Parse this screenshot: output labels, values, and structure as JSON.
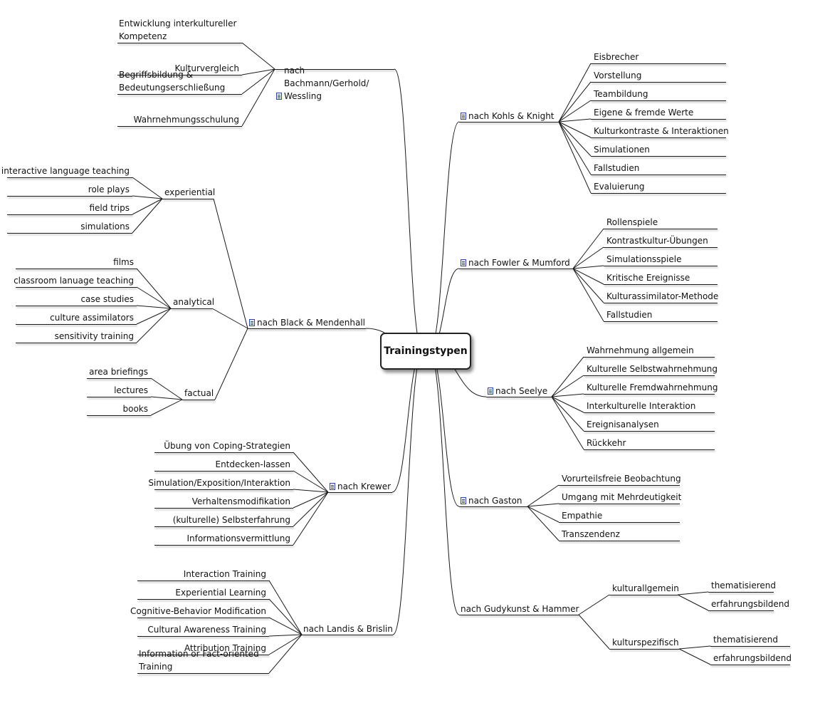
{
  "root": {
    "label": "Trainingstypen"
  },
  "branches": [
    {
      "label": "nach Bachmann/Gerhold/ Wessling",
      "doc": true,
      "children": [
        "Entwicklung interkultureller Kompetenz",
        "Kulturvergleich",
        "Begriffsbildung & Bedeutungserschließung",
        "Wahrnehmungsschulung"
      ]
    },
    {
      "label": "nach Black & Mendenhall",
      "doc": true,
      "children": [
        {
          "label": "experiential",
          "children": [
            "interactive language teaching",
            "role plays",
            "field trips",
            "simulations"
          ]
        },
        {
          "label": "analytical",
          "children": [
            "films",
            "classroom lanuage teaching",
            "case studies",
            "culture assimilators",
            "sensitivity training"
          ]
        },
        {
          "label": "factual",
          "children": [
            "area briefings",
            "lectures",
            "books"
          ]
        }
      ]
    },
    {
      "label": "nach Krewer",
      "doc": true,
      "children": [
        "Übung von Coping-Strategien",
        "Entdecken-lassen",
        "Simulation/Exposition/Interaktion",
        "Verhaltensmodifikation",
        "(kulturelle) Selbsterfahrung",
        "Informationsvermittlung"
      ]
    },
    {
      "label": "nach Landis & Brislin",
      "doc": false,
      "children": [
        "Interaction Training",
        "Experiential Learning",
        "Cognitive-Behavior Modification",
        "Cultural Awareness Training",
        "Attribution Training",
        "Information or Fact-oriented Training"
      ]
    },
    {
      "label": "nach Kohls & Knight",
      "doc": true,
      "children": [
        "Eisbrecher",
        "Vorstellung",
        "Teambildung",
        "Eigene & fremde Werte",
        "Kulturkontraste & Interaktionen",
        "Simulationen",
        "Fallstudien",
        "Evaluierung"
      ]
    },
    {
      "label": "nach Fowler & Mumford",
      "doc": true,
      "children": [
        "Rollenspiele",
        "Kontrastkultur-Übungen",
        "Simulationsspiele",
        "Kritische Ereignisse",
        "Kulturassimilator-Methode",
        "Fallstudien"
      ]
    },
    {
      "label": "nach Seelye",
      "doc": true,
      "children": [
        "Wahrnehmung allgemein",
        "Kulturelle Selbstwahrnehmung",
        "Kulturelle Fremdwahrnehmung",
        "Interkulturelle Interaktion",
        "Ereignisanalysen",
        "Rückkehr"
      ]
    },
    {
      "label": "nach Gaston",
      "doc": true,
      "children": [
        "Vorurteilsfreie Beobachtung",
        "Umgang mit Mehrdeutigkeit",
        "Empathie",
        "Transzendenz"
      ]
    },
    {
      "label": "nach Gudykunst & Hammer",
      "doc": false,
      "children": [
        {
          "label": "kulturallgemein",
          "children": [
            "thematisierend",
            "erfahrungsbildend"
          ]
        },
        {
          "label": "kulturspezifisch",
          "children": [
            "thematisierend",
            "erfahrungsbildend"
          ]
        }
      ]
    }
  ]
}
